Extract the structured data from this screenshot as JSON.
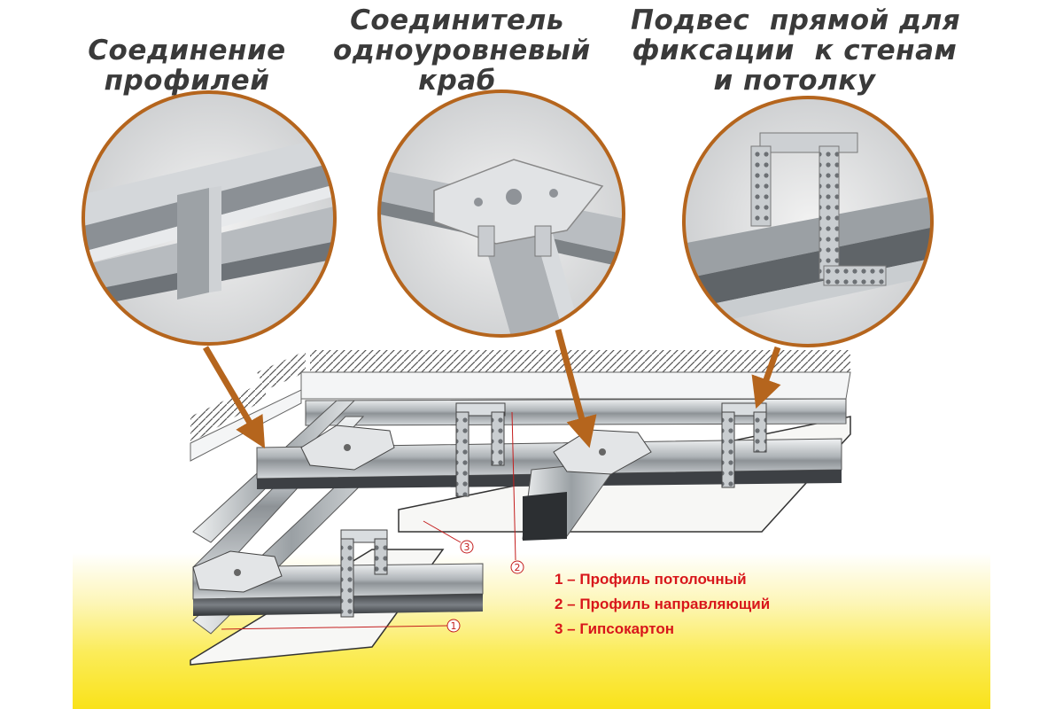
{
  "headings": {
    "joint": "Соединение профилей",
    "joint_lines": [
      "Соединение",
      "профилей"
    ],
    "crab": "Соединитель одноуровневый краб",
    "crab_lines": [
      "Соединитель",
      "одноуровневый",
      "краб"
    ],
    "hanger": "Подвес прямой для фиксации к стенам и потолку",
    "hanger_lines": [
      "Подвес  прямой для",
      "фиксации  к стенам",
      "и потолку"
    ]
  },
  "callouts": [
    {
      "number": "1",
      "circled": "①"
    },
    {
      "number": "2",
      "circled": "②"
    },
    {
      "number": "3",
      "circled": "③"
    }
  ],
  "legend": [
    "1 – Профиль потолочный",
    "2 – Профиль направляющий",
    "3 – Гипсокартон"
  ],
  "colors": {
    "accent_brown": "#b5651d",
    "legend_red": "#d8161b",
    "metal_light": "#d9dde0",
    "metal_dark": "#6f7478",
    "background_yellow": "#f9e21a"
  }
}
